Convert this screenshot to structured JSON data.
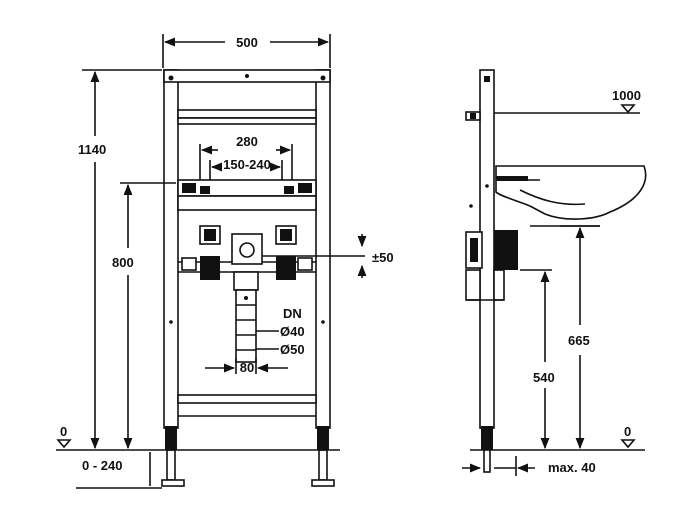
{
  "front": {
    "width": "500",
    "height_total": "1140",
    "height_mid": "800",
    "spacing_top": "280",
    "spacing_range": "150-240",
    "offset": "±50",
    "dn": "DN",
    "dn_40": "Ø40",
    "dn_50": "Ø50",
    "bottom_spacing": "80",
    "zero_mark": "0",
    "floor_range": "0 - 240"
  },
  "side": {
    "top_height": "1000",
    "basin_height": "665",
    "pipe_height": "540",
    "zero_mark": "0",
    "max_depth": "max. 40"
  }
}
